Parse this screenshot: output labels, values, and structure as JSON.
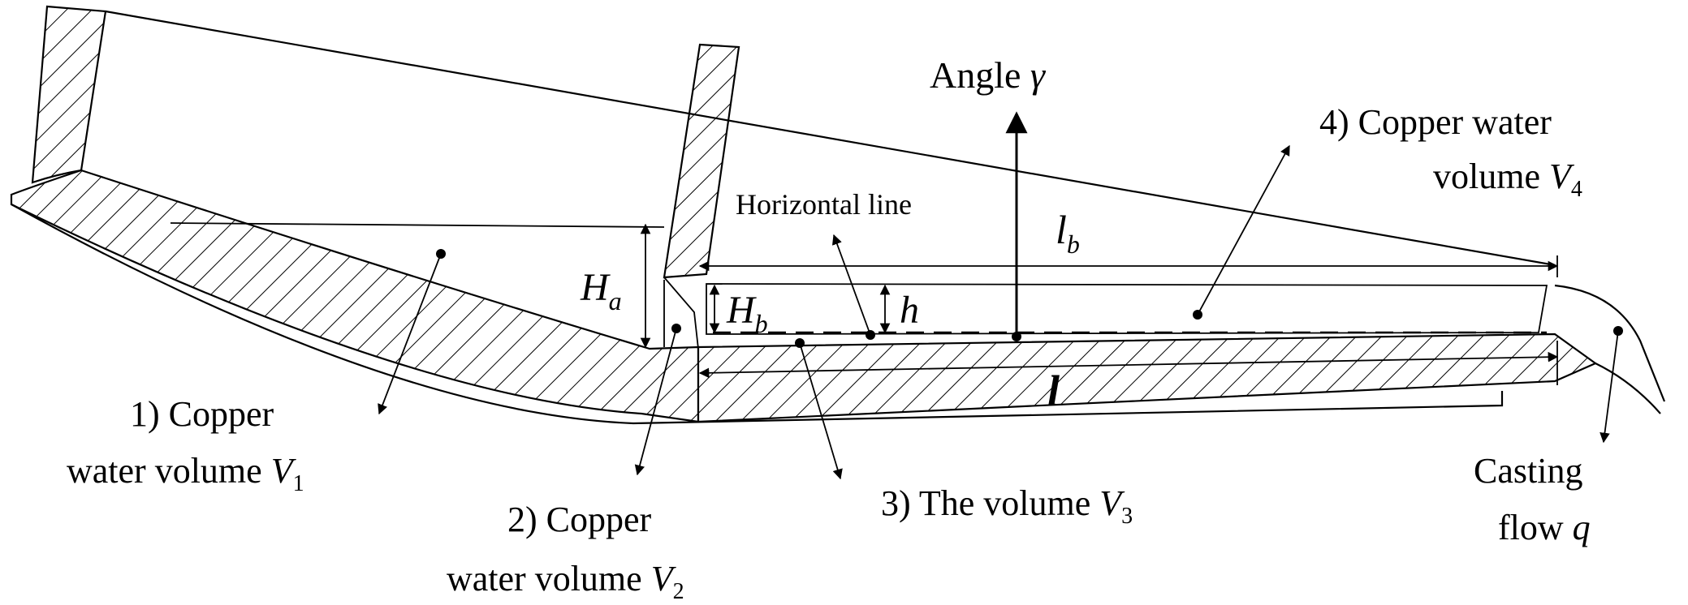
{
  "labels": {
    "angle_prefix": "Angle ",
    "angle_symbol": "γ",
    "horizontal_line": "Horizontal line",
    "Ha_main": "H",
    "Ha_sub": "a",
    "Hb_main": "H",
    "Hb_sub": "b",
    "h": "h",
    "lb_main": "l",
    "lb_sub": "b",
    "l": "l",
    "v1_line1": "1) Copper",
    "v1_line2": "water volume ",
    "v1_sym": "V",
    "v1_sub": "1",
    "v2_line1": "2) Copper",
    "v2_line2": "water volume ",
    "v2_sym": "V",
    "v2_sub": "2",
    "v3_text": "3) The volume ",
    "v3_sym": "V",
    "v3_sub": "3",
    "v4_line1": "4) Copper water",
    "v4_line2": "volume ",
    "v4_sym": "V",
    "v4_sub": "4",
    "casting_line1": "Casting",
    "casting_line2": "flow ",
    "casting_sym": "q"
  }
}
